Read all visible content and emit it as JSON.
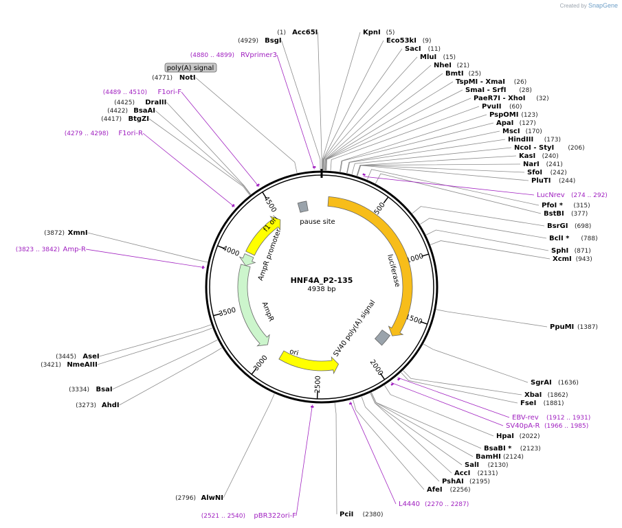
{
  "credit": {
    "prefix": "Created by",
    "brand": "SnapGene"
  },
  "plasmid": {
    "name": "HNF4A_P2-135",
    "size_label": "4938 bp",
    "length": 4938
  },
  "ticks": [
    "500",
    "1000",
    "1500",
    "2000",
    "2500",
    "3000",
    "3500",
    "4000",
    "4500"
  ],
  "enzymes": [
    {
      "name": "Acc65I",
      "pos": "(1)",
      "side": "L",
      "site": 1
    },
    {
      "name": "BsgI",
      "pos": "(4929)",
      "side": "L",
      "site": 4929
    },
    {
      "name": "KpnI",
      "pos": "(5)",
      "side": "R",
      "site": 5
    },
    {
      "name": "Eco53kI",
      "pos": "(9)",
      "side": "R",
      "site": 9
    },
    {
      "name": "SacI",
      "pos": "(11)",
      "side": "R",
      "site": 11
    },
    {
      "name": "MluI",
      "pos": "(15)",
      "side": "R",
      "site": 15
    },
    {
      "name": "NheI",
      "pos": "(21)",
      "side": "R",
      "site": 21
    },
    {
      "name": "BmtI",
      "pos": "(25)",
      "side": "R",
      "site": 25
    },
    {
      "name": "TspMI - XmaI",
      "pos": "(26)",
      "side": "R",
      "site": 26
    },
    {
      "name": "SmaI - SrfI",
      "pos": "(28)",
      "side": "R",
      "site": 28
    },
    {
      "name": "PaeR7I - XhoI",
      "pos": "(32)",
      "side": "R",
      "site": 32
    },
    {
      "name": "PvuII",
      "pos": "(60)",
      "side": "R",
      "site": 60
    },
    {
      "name": "PspOMI",
      "pos": "(123)",
      "side": "R",
      "site": 123
    },
    {
      "name": "ApaI",
      "pos": "(127)",
      "side": "R",
      "site": 127
    },
    {
      "name": "MscI",
      "pos": "(170)",
      "side": "R",
      "site": 170
    },
    {
      "name": "HindIII",
      "pos": "(173)",
      "side": "R",
      "site": 173
    },
    {
      "name": "NcoI - StyI",
      "pos": "(206)",
      "side": "R",
      "site": 206
    },
    {
      "name": "KasI",
      "pos": "(240)",
      "side": "R",
      "site": 240
    },
    {
      "name": "NarI",
      "pos": "(241)",
      "side": "R",
      "site": 241
    },
    {
      "name": "SfoI",
      "pos": "(242)",
      "side": "R",
      "site": 242
    },
    {
      "name": "PluTI",
      "pos": "(244)",
      "side": "R",
      "site": 244
    },
    {
      "name": "PfoI *",
      "pos": "(315)",
      "side": "R",
      "site": 315
    },
    {
      "name": "BstBI",
      "pos": "(377)",
      "side": "R",
      "site": 377
    },
    {
      "name": "BsrGI",
      "pos": "(698)",
      "side": "R",
      "site": 698
    },
    {
      "name": "BclI *",
      "pos": "(788)",
      "side": "R",
      "site": 788
    },
    {
      "name": "SphI",
      "pos": "(871)",
      "side": "R",
      "site": 871
    },
    {
      "name": "XcmI",
      "pos": "(943)",
      "side": "R",
      "site": 943
    },
    {
      "name": "PpuMI",
      "pos": "(1387)",
      "side": "R",
      "site": 1387
    },
    {
      "name": "SgrAI",
      "pos": "(1636)",
      "side": "R",
      "site": 1636
    },
    {
      "name": "XbaI",
      "pos": "(1862)",
      "side": "R",
      "site": 1862
    },
    {
      "name": "FseI",
      "pos": "(1881)",
      "side": "R",
      "site": 1881
    },
    {
      "name": "HpaI",
      "pos": "(2022)",
      "side": "R",
      "site": 2022
    },
    {
      "name": "BsaBI *",
      "pos": "(2123)",
      "side": "R",
      "site": 2123
    },
    {
      "name": "BamHI",
      "pos": "(2124)",
      "side": "R",
      "site": 2124
    },
    {
      "name": "SalI",
      "pos": "(2130)",
      "side": "R",
      "site": 2130
    },
    {
      "name": "AccI",
      "pos": "(2131)",
      "side": "R",
      "site": 2131
    },
    {
      "name": "PshAI",
      "pos": "(2195)",
      "side": "R",
      "site": 2195
    },
    {
      "name": "AfeI",
      "pos": "(2256)",
      "side": "R",
      "site": 2256
    },
    {
      "name": "PciI",
      "pos": "(2380)",
      "side": "R",
      "site": 2380
    },
    {
      "name": "AlwNI",
      "pos": "(2796)",
      "side": "L",
      "site": 2796
    },
    {
      "name": "AhdI",
      "pos": "(3273)",
      "side": "L",
      "site": 3273
    },
    {
      "name": "BsaI",
      "pos": "(3334)",
      "side": "L",
      "site": 3334
    },
    {
      "name": "NmeAIII",
      "pos": "(3421)",
      "side": "L",
      "site": 3421
    },
    {
      "name": "AseI",
      "pos": "(3445)",
      "side": "L",
      "site": 3445
    },
    {
      "name": "XmnI",
      "pos": "(3872)",
      "side": "L",
      "site": 3872
    },
    {
      "name": "BtgZI",
      "pos": "(4417)",
      "side": "L",
      "site": 4417
    },
    {
      "name": "BsaAI",
      "pos": "(4422)",
      "side": "L",
      "site": 4422
    },
    {
      "name": "DraIII",
      "pos": "(4425)",
      "side": "L",
      "site": 4425
    },
    {
      "name": "NotI",
      "pos": "(4771)",
      "side": "L",
      "site": 4771
    }
  ],
  "primers": [
    {
      "name": "RVprimer3",
      "pos": "(4880 .. 4899)",
      "side": "L",
      "start": 4880,
      "end": 4899
    },
    {
      "name": "F1ori-F",
      "pos": "(4489 .. 4510)",
      "side": "L",
      "start": 4489,
      "end": 4510
    },
    {
      "name": "F1ori-R",
      "pos": "(4279 .. 4298)",
      "side": "L",
      "start": 4279,
      "end": 4298
    },
    {
      "name": "Amp-R",
      "pos": "(3823 .. 3842)",
      "side": "L",
      "start": 3823,
      "end": 3842
    },
    {
      "name": "pBR322ori-F",
      "pos": "(2521 .. 2540)",
      "side": "L",
      "start": 2521,
      "end": 2540
    },
    {
      "name": "LucNrev",
      "pos": "(274 .. 292)",
      "side": "R",
      "start": 274,
      "end": 292
    },
    {
      "name": "EBV-rev",
      "pos": "(1912 .. 1931)",
      "side": "R",
      "start": 1912,
      "end": 1931
    },
    {
      "name": "SV40pA-R",
      "pos": "(1966 .. 1985)",
      "side": "R",
      "start": 1966,
      "end": 1985
    },
    {
      "name": "L4440",
      "pos": "(2270 .. 2287)",
      "side": "R",
      "start": 2270,
      "end": 2287
    }
  ],
  "features": [
    {
      "name": "luciferase",
      "start": 60,
      "end": 1711,
      "direction": "fwd",
      "color": "#f7bd1a"
    },
    {
      "name": "SV40 poly(A) signal",
      "start": 1720,
      "end": 1840,
      "direction": "none",
      "color": "#9aa3ab"
    },
    {
      "name": "ori",
      "start": 2300,
      "end": 2889,
      "direction": "rev",
      "color": "#ffff00"
    },
    {
      "name": "AmpR",
      "start": 3060,
      "end": 3920,
      "direction": "rev",
      "color": "#ccf5cc"
    },
    {
      "name": "AmpR promoter",
      "start": 3920,
      "end": 4025,
      "direction": "rev",
      "color": "#ccf5cc"
    },
    {
      "name": "f1 ori",
      "start": 4050,
      "end": 4505,
      "direction": "fwd",
      "color": "#ffff00"
    },
    {
      "name": "pause site",
      "start": 4720,
      "end": 4800,
      "direction": "none",
      "color": "#9aa3ab"
    },
    {
      "name": "poly(A) signal",
      "start": 4860,
      "end": 4900,
      "direction": "none",
      "color": "#9aa3ab"
    }
  ]
}
